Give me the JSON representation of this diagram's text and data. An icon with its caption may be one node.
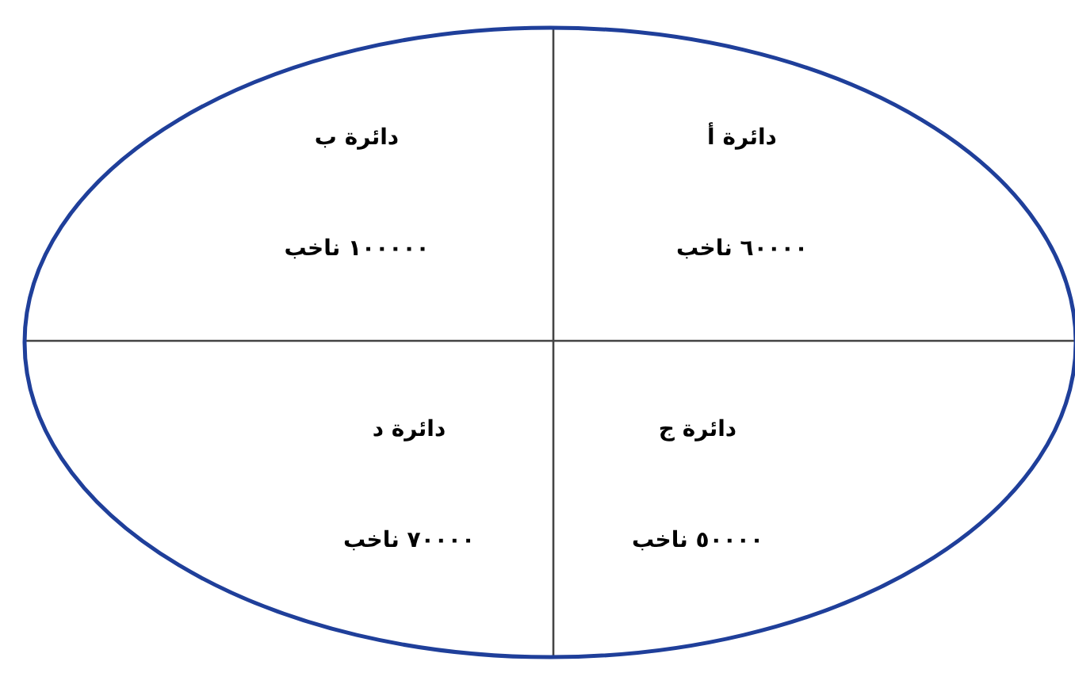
{
  "diagram": {
    "nodes": [
      {
        "text": [],
        "shape": "ellipse"
      },
      {
        "text": [
          "دائرة أ",
          "٦٠٠٠٠ ناخب"
        ],
        "in": 0
      },
      {
        "text": [
          "دائرة ب",
          "١٠٠٠٠٠ ناخب"
        ],
        "in": 0
      },
      {
        "text": [
          "دائرة ج",
          "٥٠٠٠٠ ناخب"
        ],
        "in": 0
      },
      {
        "text": [
          "دائرة د",
          "٧٠٠٠٠ ناخب"
        ],
        "in": 0
      }
    ],
    "edges": []
  }
}
